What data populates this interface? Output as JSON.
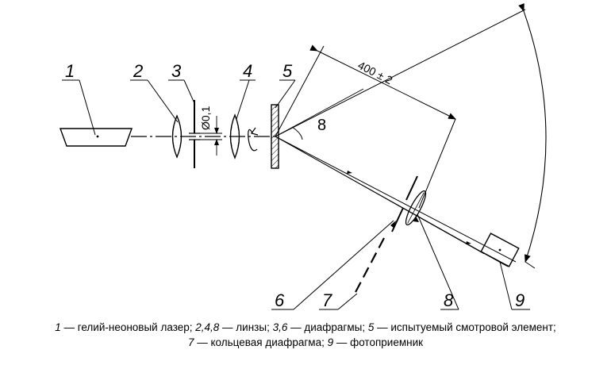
{
  "labels": {
    "n1": "1",
    "n2": "2",
    "n3": "3",
    "n4": "4",
    "n5": "5",
    "n6": "6",
    "n7": "7",
    "n8": "8",
    "n9": "9"
  },
  "dimensions": {
    "distance": "400 ± 2",
    "aperture": "Ø0,1",
    "angle": "8"
  },
  "legend": {
    "line1": [
      {
        "num": "1",
        "text": " — гелий-неоновый лазер; "
      },
      {
        "num": "2,4,8",
        "text": " — линзы; "
      },
      {
        "num": "3,6",
        "text": " — диафрагмы; "
      },
      {
        "num": "5",
        "text": " — испытуемый смотровой элемент;"
      }
    ],
    "line2": [
      {
        "num": "7",
        "text": " — кольцевая диафрагма; "
      },
      {
        "num": "9",
        "text": " — фотоприемник"
      }
    ]
  }
}
